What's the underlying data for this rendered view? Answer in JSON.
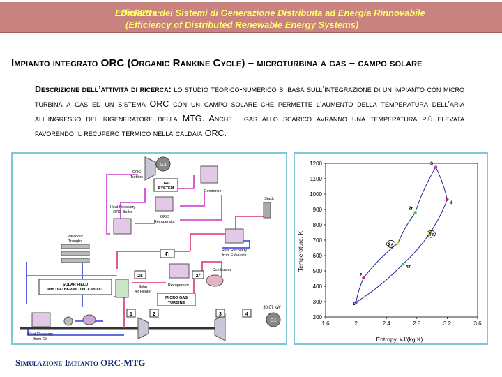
{
  "banner": {
    "acronym": "EDitRESs:",
    "line1": "Efficienza dei Sistemi di Generazione Distribuita ad Energia Rinnovabile",
    "line2": "(Efficiency of Distributed Renewable Energy Systems)"
  },
  "title": "Impianto integrato ORC (Organic Rankine Cycle) – microturbina a gas – campo solare",
  "description": {
    "label": "Descrizione dell’attività di ricerca:",
    "text": " lo studio teorico-numerico si basa sull’integrazione di un impianto con micro turbina a gas ed un sistema   ORC con un campo solare che permette l’aumento della temperatura dell’aria all’ingresso del rigeneratore della MTG. Anche i gas allo scarico avranno una temperatura più elevata favorendo il recupero termico nella caldaia ORC."
  },
  "diagram": {
    "labels": {
      "g3": "G3",
      "orc_turbine": "ORC\nTurbine",
      "orc_system": "ORC\nSYSTEM",
      "condenser": "Condenser",
      "hr_orc_boiler": "Heat Recovery\nORC Boiler",
      "orc_recuperator": "ORC\nRecuperator",
      "stack": "Stack",
      "parabolic_troughs": "Parabolic\nTroughs",
      "hr_exhausts": "Heat Recovery\nfrom Exhausts",
      "p4r": "4'r",
      "p2s": "2s",
      "p2r": "2r",
      "combustor": "Combustor",
      "solar_field": "SOLAR FIELD\nand DIATHERMIC OIL CIRCUIT",
      "solar_air_heater": "Solar\nAir Heater",
      "recuperator": "Recuperator",
      "micro_gas_turbine": "MICRO GAS\nTURBINE",
      "p1": "1",
      "p2": "2",
      "p3": "3",
      "p4": "4",
      "power": "30.07 kW",
      "g1": "G1",
      "hr_oil": "Heat Recovery\nfrom Oil"
    }
  },
  "chart_data": {
    "type": "scatter",
    "xlabel": "Entropy, kJ/(kg K)",
    "ylabel": "Temperature, K",
    "xlim": [
      1.6,
      3.6
    ],
    "ylim": [
      200,
      1200
    ],
    "xticks": [
      "1.6",
      "2",
      "2.4",
      "2.8",
      "3.2",
      "3.6"
    ],
    "yticks": [
      "200",
      "300",
      "400",
      "500",
      "600",
      "700",
      "800",
      "900",
      "1000",
      "1100",
      "1200"
    ],
    "grid": false,
    "points": [
      {
        "label": "1",
        "s": 2.0,
        "T": 295,
        "color": "#8833cc"
      },
      {
        "label": "2",
        "s": 2.1,
        "T": 455,
        "color": "#cc2288"
      },
      {
        "label": "2s",
        "s": 2.55,
        "T": 680,
        "color": "#dddd33"
      },
      {
        "label": "2r",
        "s": 2.78,
        "T": 880,
        "color": "#33cc33"
      },
      {
        "label": "3",
        "s": 3.05,
        "T": 1175,
        "color": "#cc33cc"
      },
      {
        "label": "4",
        "s": 3.2,
        "T": 965,
        "color": "#dd1188"
      },
      {
        "label": "4'r",
        "s": 2.97,
        "T": 745,
        "color": "#dddd33"
      },
      {
        "label": "4r",
        "s": 2.62,
        "T": 545,
        "color": "#33cc33"
      }
    ]
  },
  "footer": "Simulazione Impianto ORC-MTG"
}
